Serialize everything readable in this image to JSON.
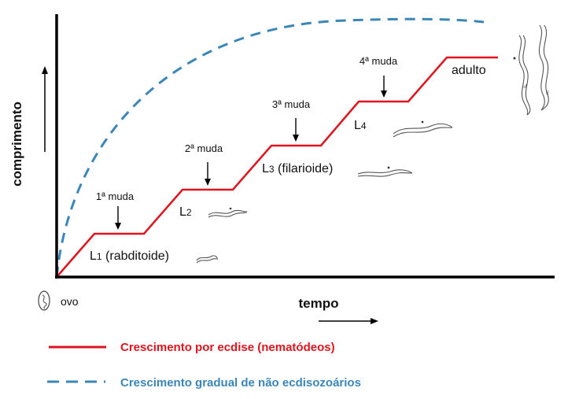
{
  "axes": {
    "y_label": "comprimento",
    "x_label": "tempo",
    "origin_label": "ovo"
  },
  "molts": [
    "1ª muda",
    "2ª muda",
    "3ª muda",
    "4ª muda"
  ],
  "stages": {
    "l1": {
      "prefix": "L",
      "sub": "1",
      "suffix": " (rabditoide)"
    },
    "l2": {
      "prefix": "L",
      "sub": "2",
      "suffix": ""
    },
    "l3": {
      "prefix": "L",
      "sub": "3",
      "suffix": " (filarioide)"
    },
    "l4": {
      "prefix": "L",
      "sub": "4",
      "suffix": ""
    },
    "adult": "adulto"
  },
  "legend": {
    "ecdysis": {
      "label": "Crescimento por ecdise (nematódeos)",
      "color": "#e0141e"
    },
    "gradual": {
      "label": "Crescimento gradual de não ecdisozoários",
      "color": "#3a86b8"
    }
  }
}
